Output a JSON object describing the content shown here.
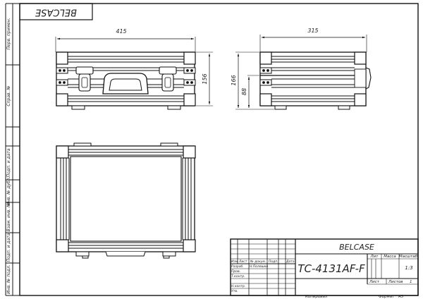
{
  "stamp": {
    "company_mirrored": "BELCASE"
  },
  "side_labels": [
    "Перв. примен.",
    "Справ. №",
    "Подп. и дата",
    "Инв. № дубл.",
    "Взам. инв. №",
    "Подп. и дата",
    "Инв. № подл."
  ],
  "dimensions": {
    "front_width": "415",
    "front_height": "156",
    "side_width": "315",
    "side_height_total": "166",
    "side_height_inner": "88"
  },
  "title_block": {
    "company": "BELCASE",
    "designation": "TC-4131AF-F",
    "col_lit": "Лит",
    "col_mass": "Масса",
    "col_scale": "Масштаб",
    "scale_value": "1:3",
    "sheet_label": "Лист",
    "sheets_label": "Листов",
    "sheets_value": "1",
    "copied": "Копировал",
    "format_label": "Формат",
    "format_value": "A3",
    "header_row": [
      "Изм",
      "Лист",
      "№ докум.",
      "Подп.",
      "Дата"
    ],
    "roles": [
      "Разраб.",
      "Пров.",
      "Т.контр.",
      "",
      "Н.контр.",
      "Утв."
    ],
    "developer": "Н.Поляшко"
  }
}
